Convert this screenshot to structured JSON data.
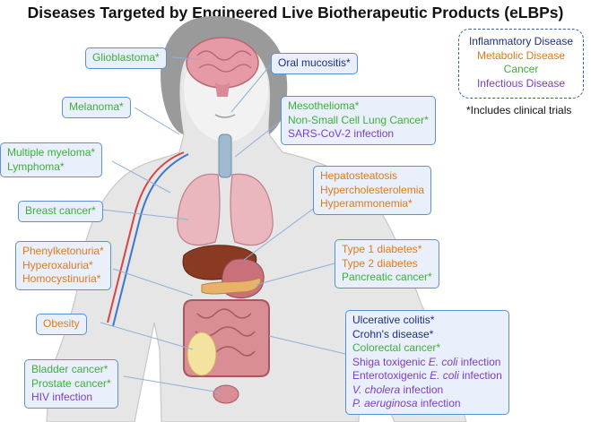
{
  "title": "Diseases Targeted by Engineered Live Biotherapeutic Products (eLBPs)",
  "colors": {
    "inflammatory": "#1e2f7a",
    "metabolic": "#e07a19",
    "cancer": "#3fae3a",
    "infectious": "#7b3fc4",
    "box_fill": "#e9f0fb",
    "box_border": "#5b8fd6"
  },
  "legend": {
    "inflammatory": "Inflammatory Disease",
    "metabolic": "Metabolic Disease",
    "cancer": "Cancer",
    "infectious": "Infectious Disease"
  },
  "footnote": "*Includes clinical trials",
  "labels": {
    "glioblastoma": "Glioblastoma*",
    "oral_mucositis": "Oral mucositis*",
    "melanoma": "Melanoma*",
    "mesothelioma": "Mesothelioma*",
    "nsclc": "Non-Small Cell Lung Cancer*",
    "sars_cov_2": "SARS-CoV-2 infection",
    "multiple_myeloma": "Multiple myeloma*",
    "lymphoma": "Lymphoma*",
    "hepatosteatosis": "Hepatosteatosis",
    "hypercholesterolemia": "Hypercholesterolemia",
    "hyperammonemia": "Hyperammonemia*",
    "breast_cancer": "Breast cancer*",
    "phenylketonuria": "Phenylketonuria*",
    "hyperoxaluria": "Hyperoxaluria*",
    "homocystinuria": "Homocystinuria*",
    "type1_diabetes": "Type 1 diabetes*",
    "type2_diabetes": "Type 2 diabetes",
    "pancreatic_cancer": "Pancreatic cancer*",
    "obesity": "Obesity",
    "ulcerative_colitis": "Ulcerative colitis*",
    "crohns": "Crohn's disease*",
    "colorectal_cancer": "Colorectal cancer*",
    "stec_prefix": "Shiga toxigenic ",
    "etec_prefix": "Enterotoxigenic ",
    "ecoli": "E. coli",
    "infection_suffix": " infection",
    "v_cholera": "V. cholera",
    "p_aeruginosa": "P. aeruginosa",
    "bladder_cancer": "Bladder cancer*",
    "prostate_cancer": "Prostate cancer*",
    "hiv": "HIV infection"
  }
}
